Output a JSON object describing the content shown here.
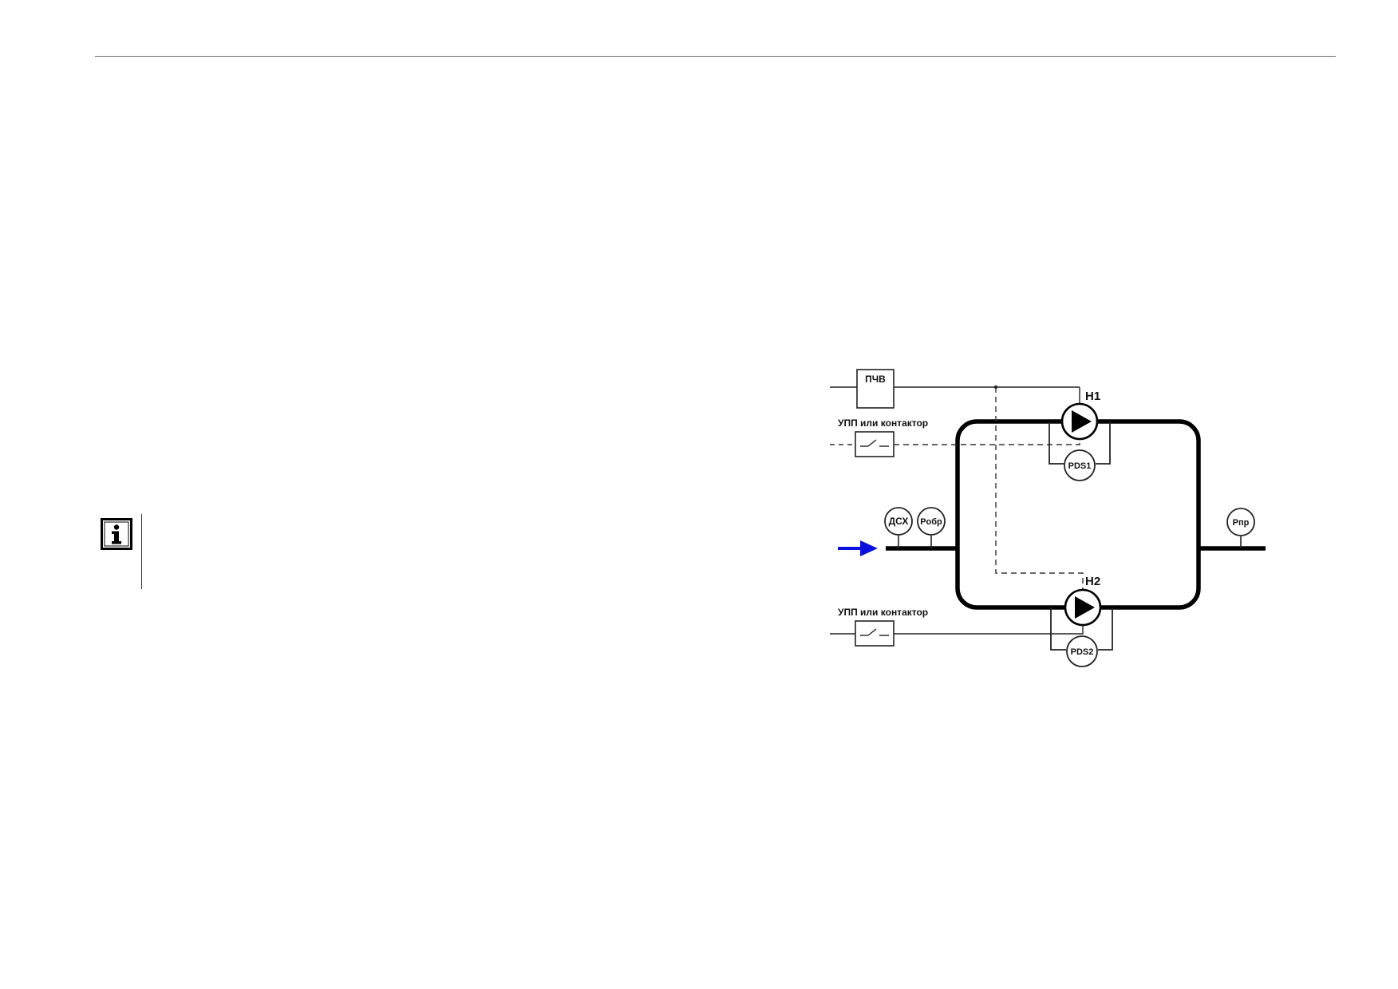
{
  "diagram": {
    "labels": {
      "vfd": "ПЧВ",
      "soft_starter_1": "УПП или контактор",
      "soft_starter_2": "УПП или контактор",
      "pump1": "Н1",
      "pump2": "Н2",
      "pds1": "PDS1",
      "pds2": "PDS2",
      "dry_run_sensor": "ДСХ",
      "return_pressure": "Pобр",
      "supply_pressure": "Pпр"
    },
    "colors": {
      "flow_arrow": "#0a10e0",
      "pipe": "#000000",
      "line": "#222222"
    }
  },
  "icons": {
    "info": "info-icon"
  }
}
